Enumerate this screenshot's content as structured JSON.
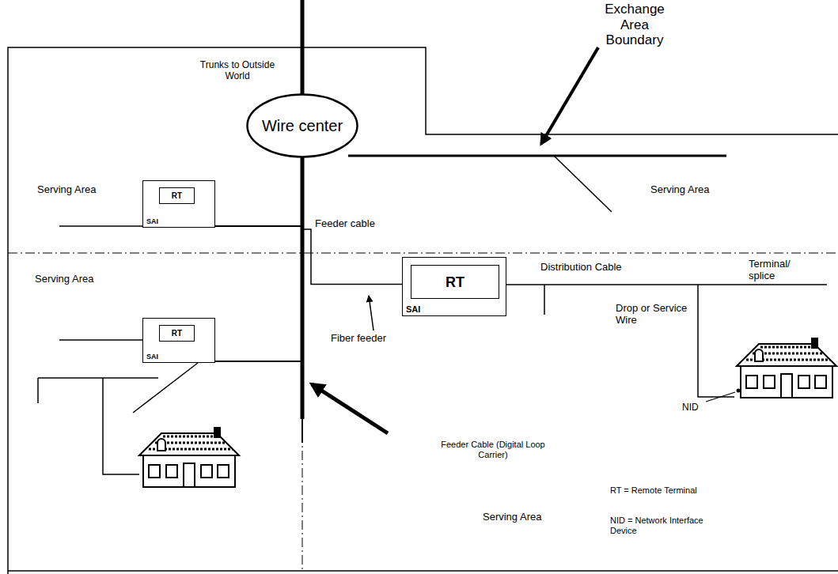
{
  "diagram": {
    "nodes": [
      {
        "text": [
          "Wire center"
        ]
      },
      {
        "text": [
          "SAI"
        ]
      },
      {
        "text": [
          "RT"
        ],
        "in": 1
      },
      {
        "text": [
          "SAI"
        ]
      },
      {
        "text": [
          "RT"
        ],
        "in": 3
      },
      {
        "text": [
          "SAI"
        ]
      },
      {
        "text": [
          "RT"
        ],
        "in": 5
      }
    ],
    "edges": [
      {
        "from": 0,
        "to": 1,
        "arrow": "none"
      },
      {
        "from": 0,
        "to": 3,
        "arrow": "none"
      },
      {
        "from": 0,
        "to": 5,
        "arrow": "none"
      }
    ],
    "labels": [
      "Exchange Area Boundary",
      "Trunks to Outside World",
      "Serving Area",
      "Serving Area",
      "Feeder cable",
      "Serving Area",
      "Distribution Cable",
      "Terminal/ splice",
      "Fiber feeder",
      "Drop or Service Wire",
      "NID",
      "Feeder Cable (Digital Loop Carrier)",
      "RT = Remote Terminal",
      "Serving Area",
      "NID = Network Interface Device"
    ]
  }
}
